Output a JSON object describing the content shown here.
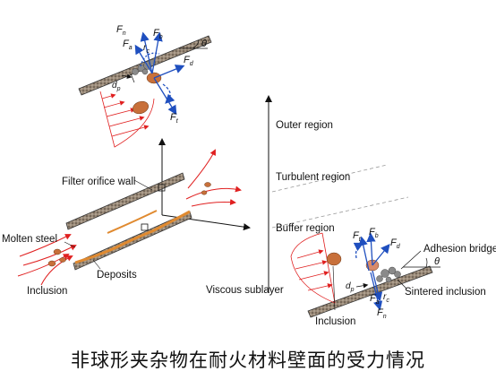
{
  "labels": {
    "filter_orifice_wall": "Filter orifice wall",
    "molten_steel": "Molten steel",
    "inclusion_left": "Inclusion",
    "deposits": "Deposits",
    "outer_region": "Outer region",
    "turbulent_region": "Turbulent region",
    "buffer_region": "Buffer region",
    "viscous_sublayer": "Viscous sublayer",
    "inclusion_bottom": "Inclusion",
    "adhesion_bridge": "Adhesion bridge",
    "sintered_inclusion": "Sintered inclusion"
  },
  "symbols": {
    "F": "F",
    "n": "n",
    "a": "a",
    "b": "b",
    "d": "d",
    "t": "t",
    "r": "r",
    "c": "c",
    "d_letter": "d",
    "p": "p",
    "theta": "θ"
  },
  "caption": "非球形夹杂物在耐火材料壁面的受力情况",
  "colors": {
    "force": "#1f4fbf",
    "flow": "#e02020",
    "inclusion": "#c8703a",
    "deposit": "#e08a30",
    "wall": "#8a7a6a",
    "sintered": "#8a8a8a"
  }
}
